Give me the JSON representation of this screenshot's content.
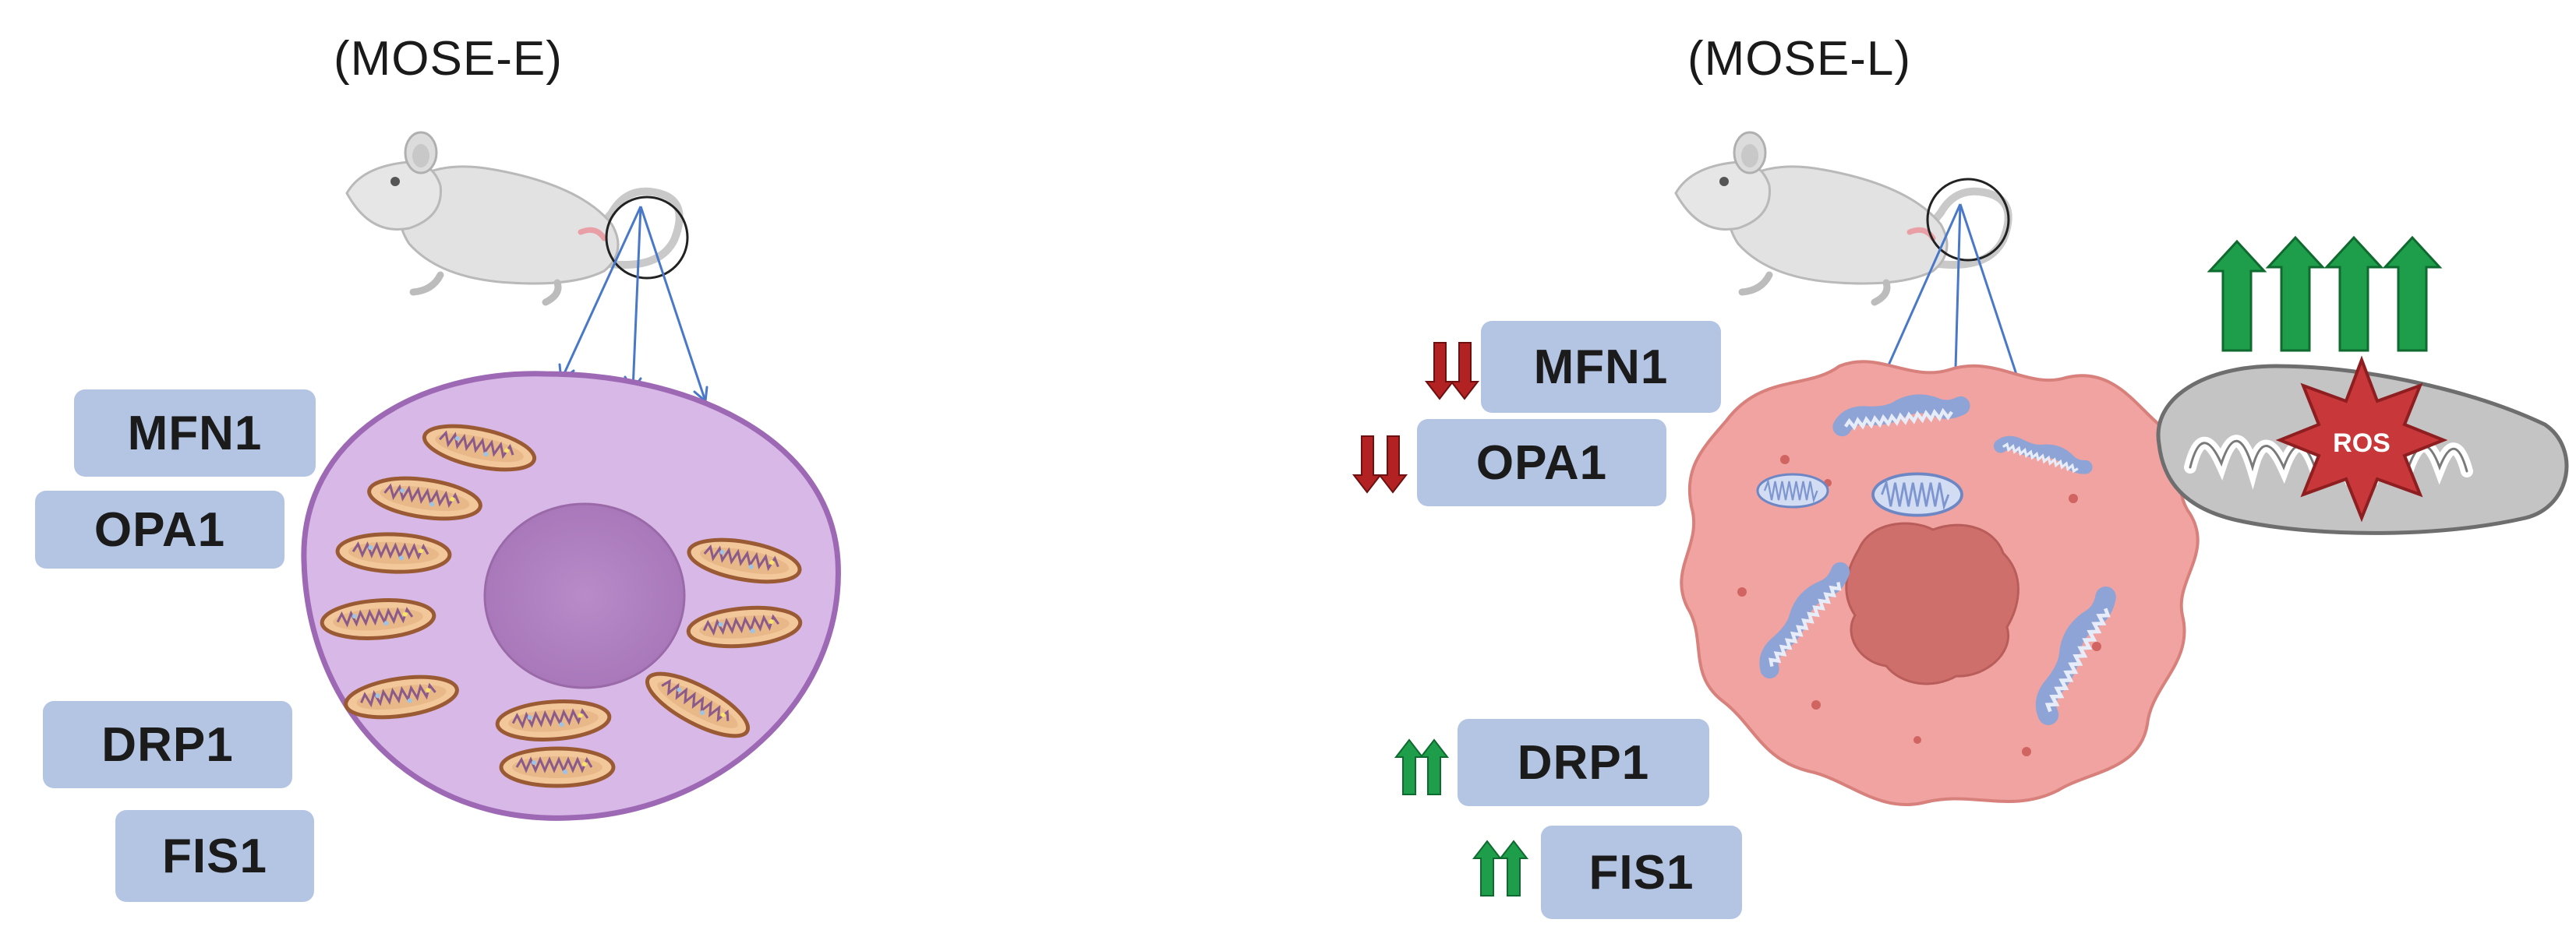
{
  "panels": {
    "left": {
      "title": "(MOSE-E)",
      "genes": [
        "MFN1",
        "OPA1",
        "DRP1",
        "FIS1"
      ]
    },
    "right": {
      "title": "(MOSE-L)",
      "genes": [
        {
          "label": "MFN1",
          "trend": "down"
        },
        {
          "label": "OPA1",
          "trend": "down"
        },
        {
          "label": "DRP1",
          "trend": "up"
        },
        {
          "label": "FIS1",
          "trend": "up"
        }
      ],
      "ros_label": "ROS"
    }
  },
  "colors": {
    "gene_box": "#b4c5e4",
    "healthy_cell": "#d8b8e6",
    "healthy_cell_border": "#9d68b4",
    "cancer_cell": "#f0a3a0",
    "arrow_up": "#1e9e4a",
    "arrow_down": "#b22222",
    "ros_star": "#c8383a",
    "pointer_lines": "#4a78c8"
  }
}
